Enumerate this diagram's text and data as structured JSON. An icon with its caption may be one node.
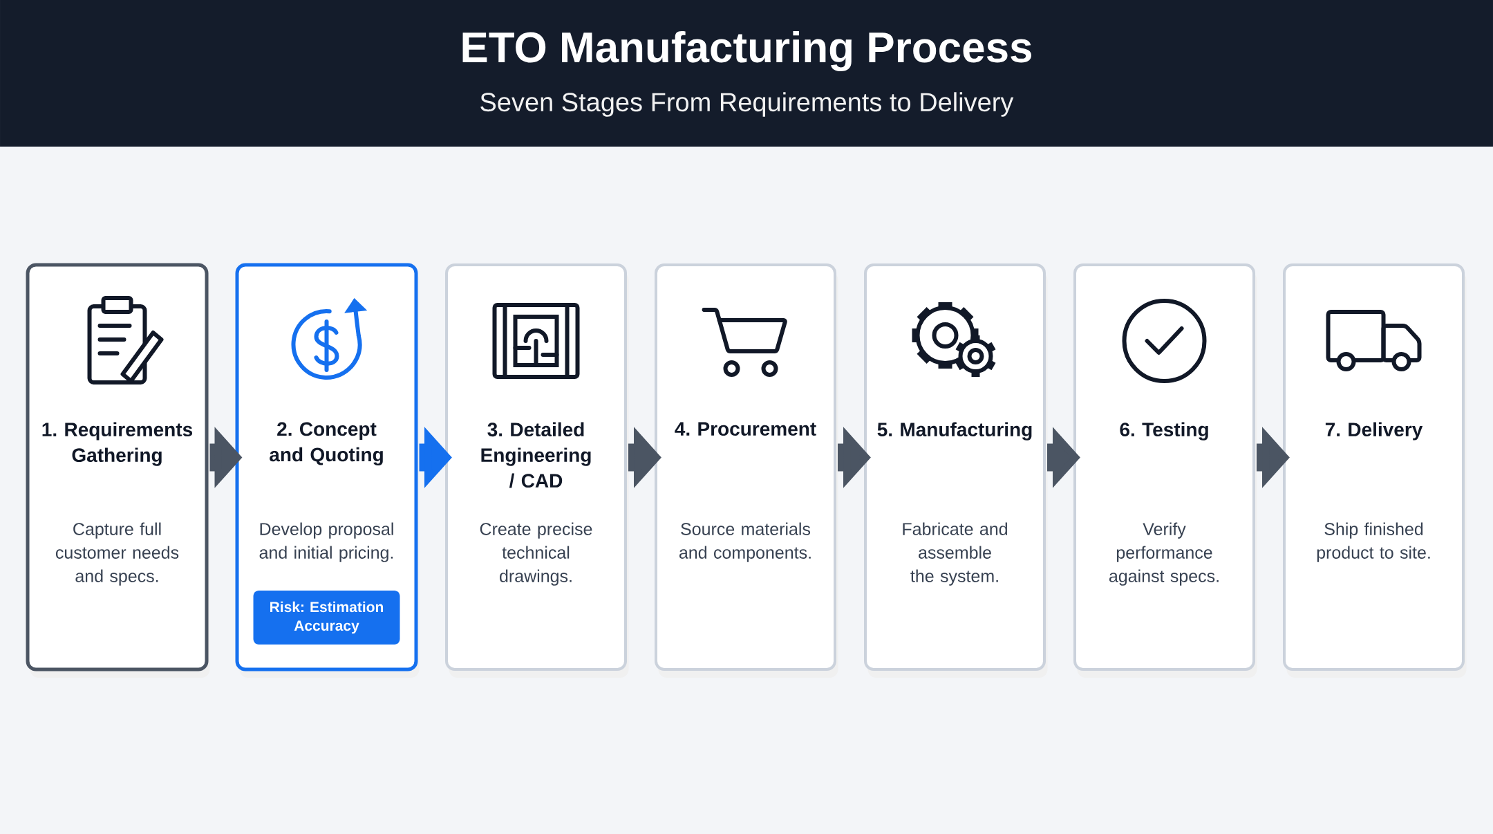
{
  "diagram": {
    "title": "ETO Manufacturing Process",
    "labels": [
      "Seven Stages From Requirements to Delivery"
    ],
    "nodes": [
      {
        "text": [
          "1. Requirements Gathering",
          "Capture full customer needs and specs."
        ]
      },
      {
        "text": [
          "2. Concept and Quoting",
          "Develop proposal and initial pricing."
        ]
      },
      {
        "text": [
          "Risk: Estimation Accuracy"
        ],
        "in": 1
      },
      {
        "text": [
          "3. Detailed Engineering / CAD",
          "Create precise technical drawings."
        ]
      },
      {
        "text": [
          "4. Procurement",
          "Source materials and components."
        ]
      },
      {
        "text": [
          "5. Manufacturing",
          "Fabricate and assemble the system."
        ]
      },
      {
        "text": [
          "6. Testing",
          "Verify performance against specs."
        ]
      },
      {
        "text": [
          "7. Delivery",
          "Ship finished product to site."
        ]
      }
    ],
    "edges": [
      {
        "from": 0,
        "to": 1,
        "arrow": "to"
      },
      {
        "from": 1,
        "to": 3,
        "arrow": "to",
        "color": "#1570ef"
      },
      {
        "from": 3,
        "to": 4,
        "arrow": "to"
      },
      {
        "from": 4,
        "to": 5,
        "arrow": "to"
      },
      {
        "from": 5,
        "to": 6,
        "arrow": "to"
      },
      {
        "from": 6,
        "to": 7,
        "arrow": "to"
      }
    ]
  }
}
